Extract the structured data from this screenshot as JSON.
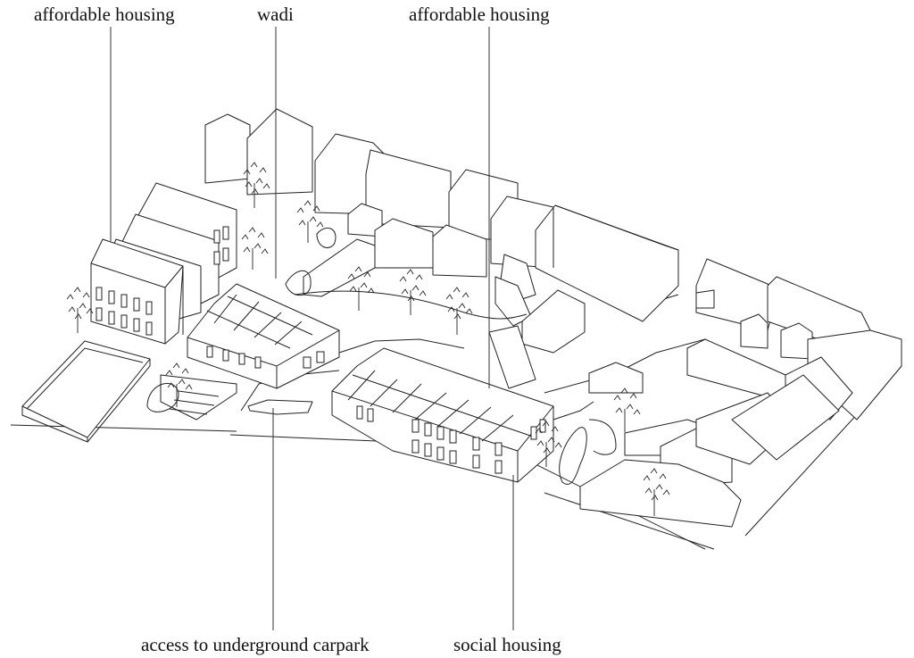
{
  "labels": {
    "top_left": "affordable housing",
    "top_middle": "wadi",
    "top_right": "affordable housing",
    "bottom_left": "access to underground carpark",
    "bottom_right": "social housing"
  }
}
